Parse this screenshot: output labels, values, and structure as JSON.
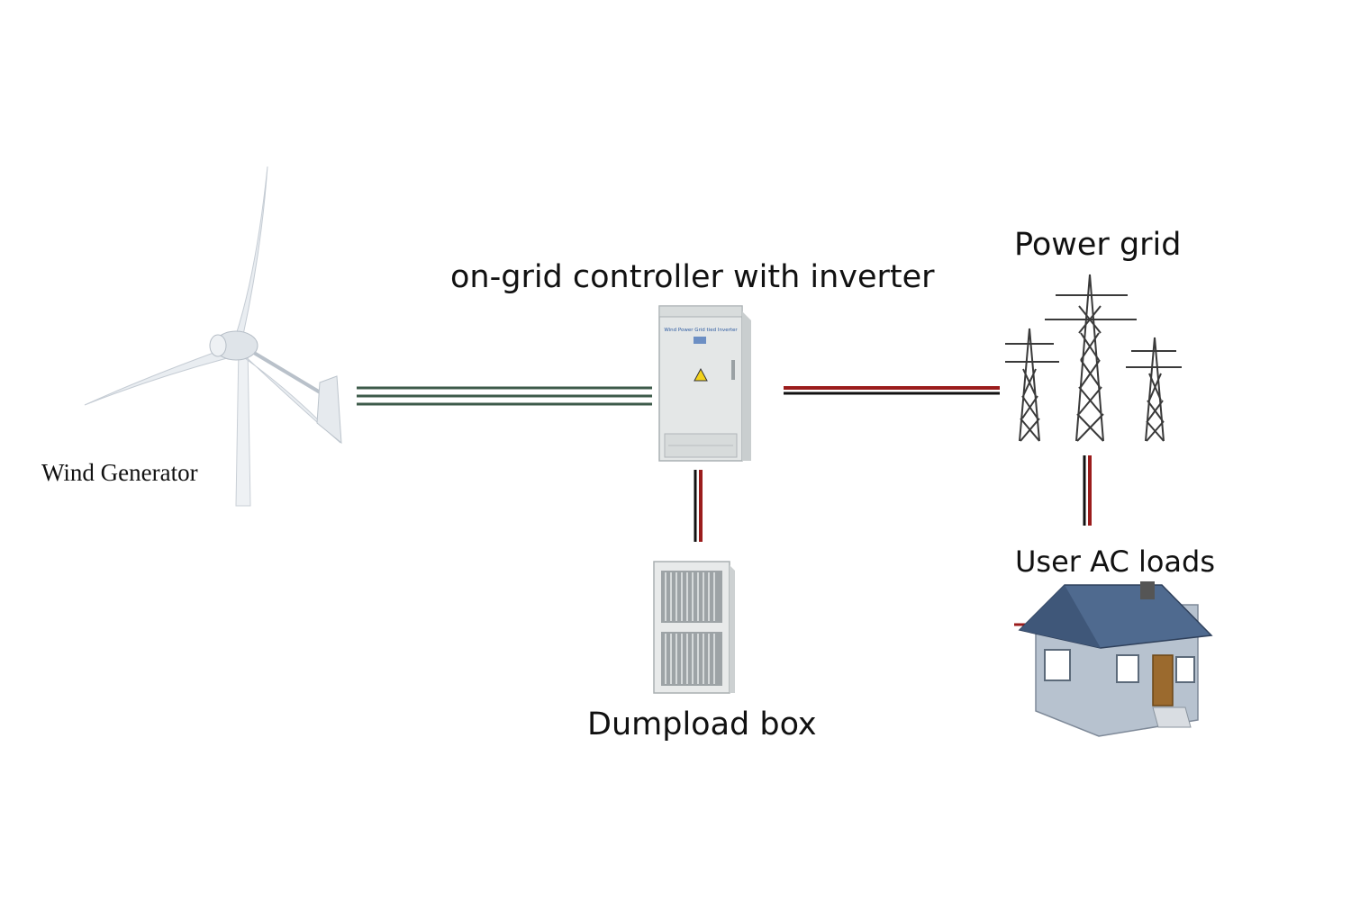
{
  "nodes": {
    "wind_generator": {
      "label": "Wind Generator"
    },
    "controller": {
      "label": "on-grid controller with inverter",
      "panel_text": "Wind Power Grid tied Inverter"
    },
    "power_grid": {
      "label": "Power grid"
    },
    "user_loads": {
      "label": "User AC loads"
    },
    "dumpload": {
      "label": "Dumpload box"
    }
  },
  "edges": [
    {
      "from": "wind_generator",
      "to": "controller",
      "style": "three-phase"
    },
    {
      "from": "controller",
      "to": "power_grid",
      "style": "red-black"
    },
    {
      "from": "controller",
      "to": "dumpload",
      "style": "red-black"
    },
    {
      "from": "power_grid",
      "to": "user_loads",
      "style": "red-black"
    }
  ],
  "colors": {
    "wire_red": "#9b1c1c",
    "wire_black": "#111111",
    "wire_green": "#3d5a4a",
    "cabinet": "#e6e8e8",
    "roof": "#4f6a8f",
    "wall": "#b9c3cf",
    "door": "#9b6a2e",
    "blade": "#e9edf1"
  }
}
